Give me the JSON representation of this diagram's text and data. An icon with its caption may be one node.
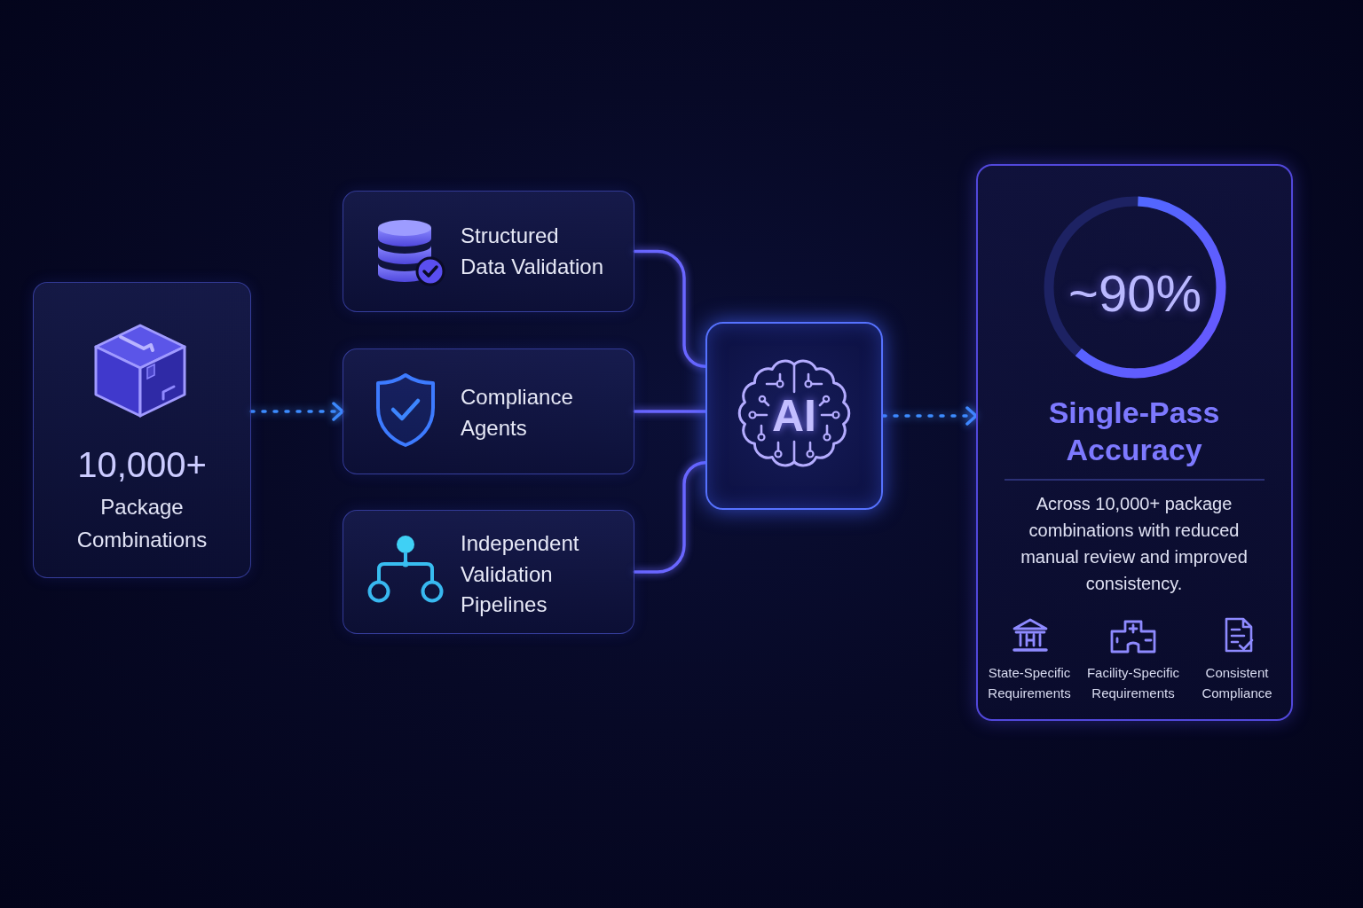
{
  "diagram": {
    "nodes": [
      {
        "text": [
          "10,000+",
          "Package Combinations"
        ]
      },
      {
        "text": [
          "Structured Data Validation"
        ]
      },
      {
        "text": [
          "Compliance Agents"
        ]
      },
      {
        "text": [
          "Independent Validation Pipelines"
        ]
      },
      {
        "text": [
          "AI"
        ]
      },
      {
        "text": [
          "~90%",
          "Single-Pass Accuracy",
          "Across 10,000+ package combinations with reduced manual review and improved consistency.",
          "State-Specific Requirements",
          "Facility-Specific Requirements",
          "Consistent Compliance"
        ]
      }
    ],
    "edges": [
      {
        "from": 0,
        "to": 2,
        "arrow": "to",
        "style": "dashed",
        "color": "#3d8cff"
      },
      {
        "from": 1,
        "to": 4,
        "arrow": "none"
      },
      {
        "from": 2,
        "to": 4,
        "arrow": "none"
      },
      {
        "from": 3,
        "to": 4,
        "arrow": "none"
      },
      {
        "from": 4,
        "to": 5,
        "arrow": "to",
        "style": "dashed",
        "color": "#3d8cff"
      }
    ]
  }
}
